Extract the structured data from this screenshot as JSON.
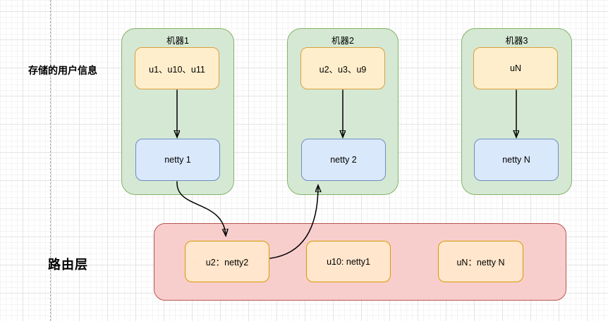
{
  "labels": {
    "storage": "存储的用户信息",
    "routing": "路由层"
  },
  "machines": [
    {
      "title": "机器1",
      "users": "u1、u10、u11",
      "netty": "netty 1"
    },
    {
      "title": "机器2",
      "users": "u2、u3、u9",
      "netty": "netty 2"
    },
    {
      "title": "机器3",
      "users": "uN",
      "netty": "netty N"
    }
  ],
  "routing_entries": [
    "u2：netty2",
    "u10: netty1",
    "uN：netty N"
  ],
  "palette": {
    "machine_fill": "#d5e8d4",
    "machine_border": "#82b366",
    "user_box_fill": "#ffeecb",
    "user_box_border": "#d9a13c",
    "netty_fill": "#dae8fc",
    "netty_border": "#6c8ebf",
    "routing_fill": "#f8cecc",
    "routing_border": "#b85450",
    "route_box_fill": "#ffe6cc",
    "route_box_border": "#d79b00",
    "arrow": "#000000",
    "grid_major": "#e4e4e4",
    "grid_minor": "#f4f4f4"
  }
}
